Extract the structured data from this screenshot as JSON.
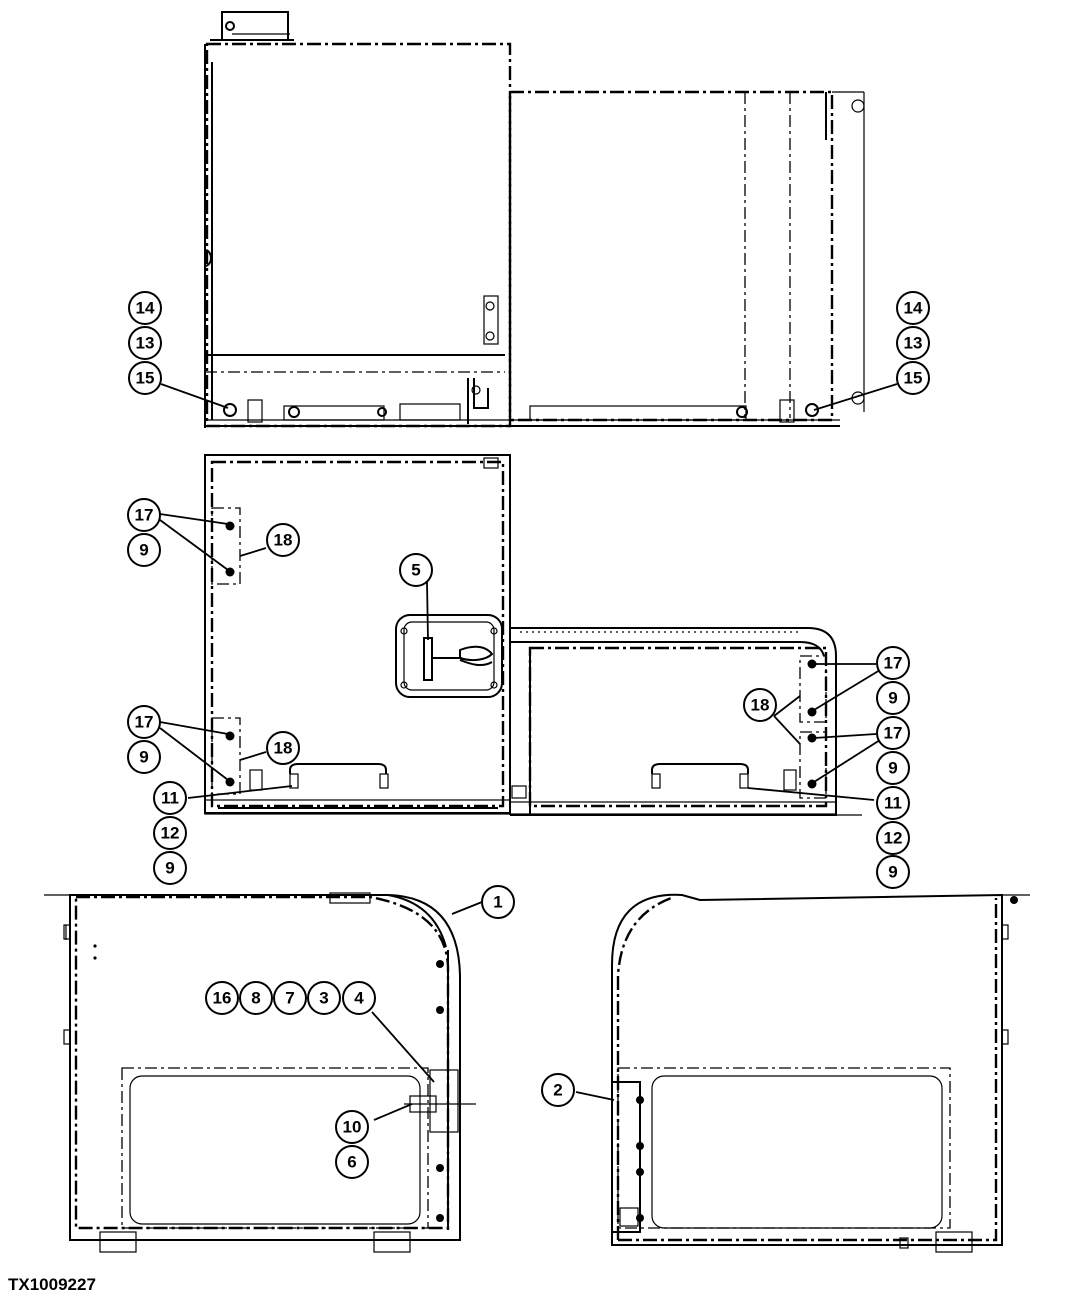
{
  "figure_id": "TX1009227",
  "callouts": [
    {
      "id": "c14a",
      "label": "14"
    },
    {
      "id": "c13a",
      "label": "13"
    },
    {
      "id": "c15a",
      "label": "15"
    },
    {
      "id": "c14b",
      "label": "14"
    },
    {
      "id": "c13b",
      "label": "13"
    },
    {
      "id": "c15b",
      "label": "15"
    },
    {
      "id": "c17a",
      "label": "17"
    },
    {
      "id": "c9a",
      "label": "9"
    },
    {
      "id": "c18a",
      "label": "18"
    },
    {
      "id": "c5",
      "label": "5"
    },
    {
      "id": "c17b",
      "label": "17"
    },
    {
      "id": "c9b",
      "label": "9"
    },
    {
      "id": "c18b",
      "label": "18"
    },
    {
      "id": "c11a",
      "label": "11"
    },
    {
      "id": "c12a",
      "label": "12"
    },
    {
      "id": "c9c",
      "label": "9"
    },
    {
      "id": "c17c",
      "label": "17"
    },
    {
      "id": "c9d",
      "label": "9"
    },
    {
      "id": "c18c",
      "label": "18"
    },
    {
      "id": "c17d",
      "label": "17"
    },
    {
      "id": "c9e",
      "label": "9"
    },
    {
      "id": "c11b",
      "label": "11"
    },
    {
      "id": "c12b",
      "label": "12"
    },
    {
      "id": "c9f",
      "label": "9"
    },
    {
      "id": "c1",
      "label": "1"
    },
    {
      "id": "c16",
      "label": "16"
    },
    {
      "id": "c8",
      "label": "8"
    },
    {
      "id": "c7",
      "label": "7"
    },
    {
      "id": "c3",
      "label": "3"
    },
    {
      "id": "c4",
      "label": "4"
    },
    {
      "id": "c10",
      "label": "10"
    },
    {
      "id": "c6",
      "label": "6"
    },
    {
      "id": "c2",
      "label": "2"
    }
  ]
}
